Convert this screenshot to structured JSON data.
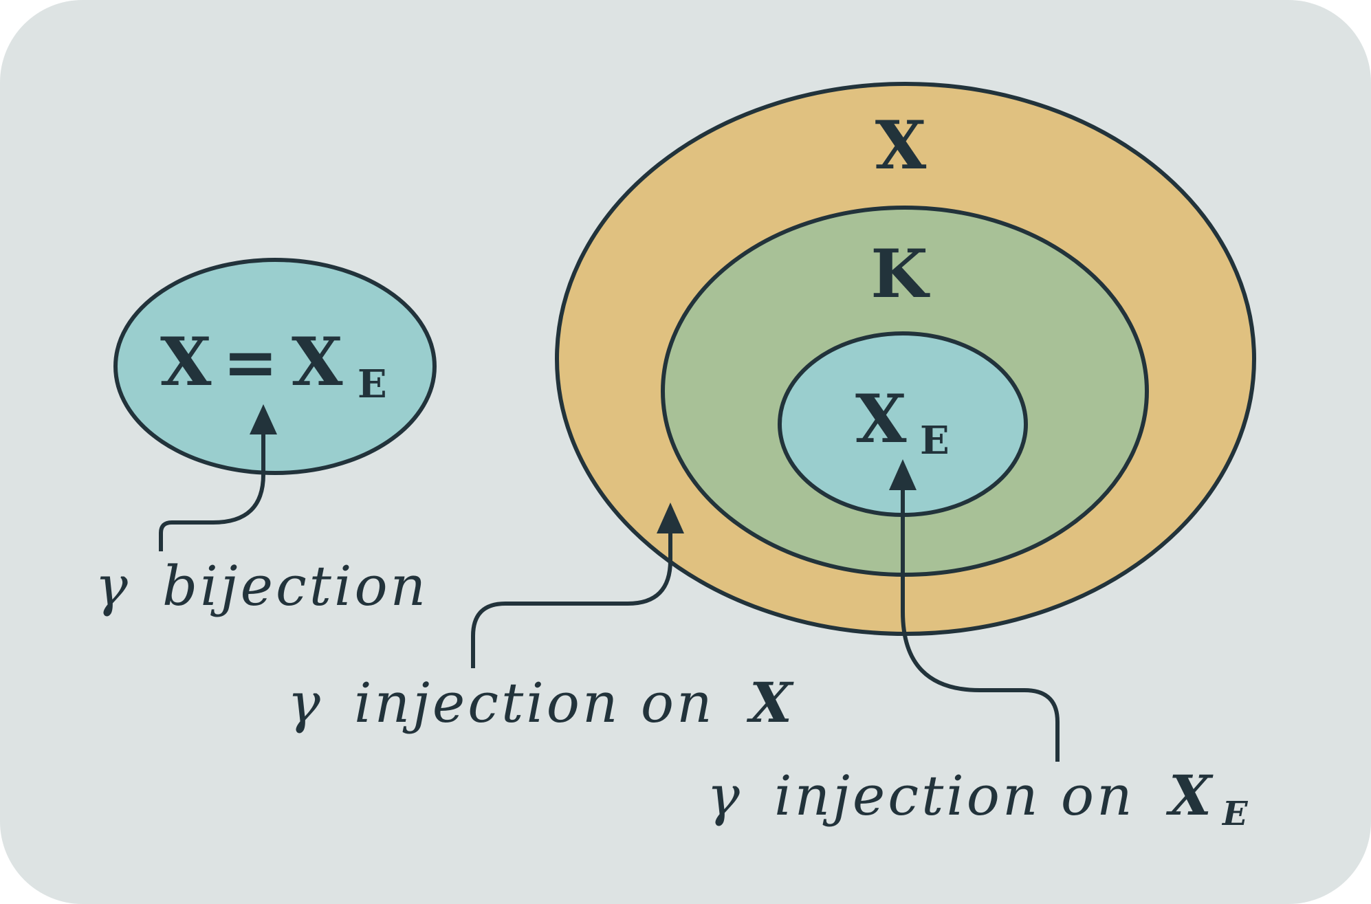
{
  "colors": {
    "background": "#dde3e3",
    "outer_set": "#e0c180",
    "middle_set": "#a8c197",
    "inner_set": "#9acece",
    "ink": "#22333b"
  },
  "left": {
    "lhs": "X",
    "equals": "=",
    "rhs": "X",
    "rhs_subscript": "E",
    "caption_gamma": "γ",
    "caption_text": "bijection"
  },
  "right": {
    "outer_label": "X",
    "middle_label": "K",
    "inner_label": "X",
    "inner_subscript": "E",
    "caption_x_gamma": "γ",
    "caption_x_text": "injection on",
    "caption_x_set": "X",
    "caption_xe_gamma": "γ",
    "caption_xe_text": "injection on",
    "caption_xe_set": "X",
    "caption_xe_subscript": "E"
  }
}
